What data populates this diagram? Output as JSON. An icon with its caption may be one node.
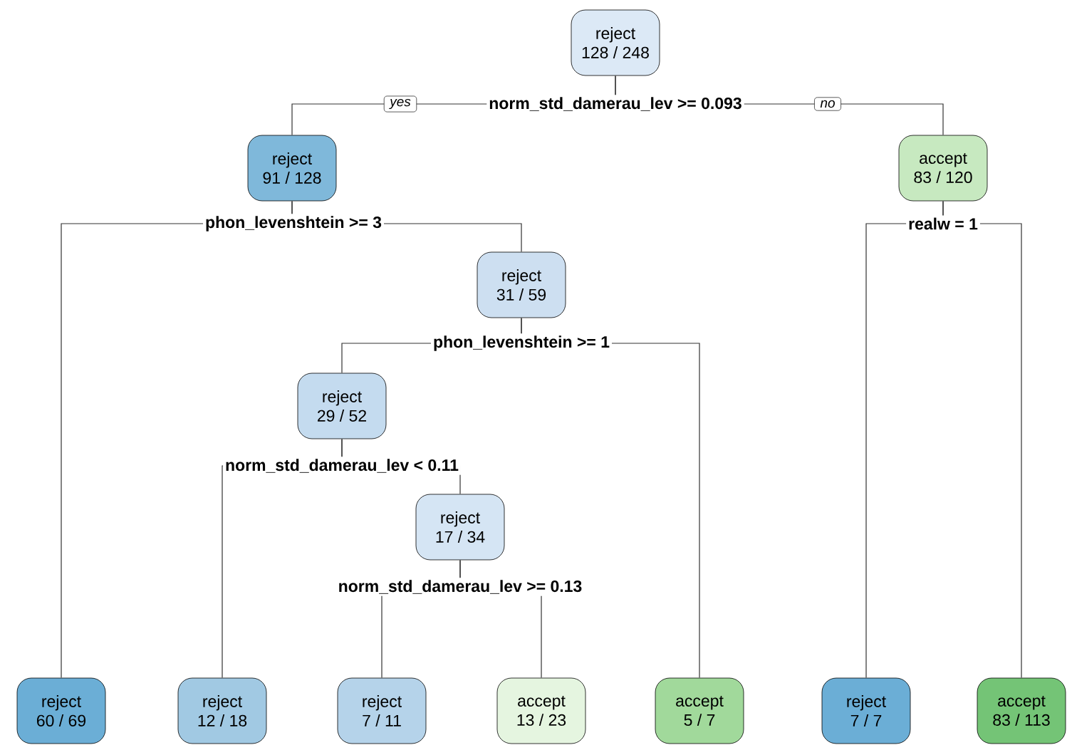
{
  "diagram": {
    "nodes": [
      {
        "text": [
          "reject",
          "128 / 248"
        ],
        "beside": [
          "norm_std_damerau_lev >= 0.093"
        ]
      },
      {
        "text": [
          "reject",
          "91 / 128"
        ],
        "beside": [
          "phon_levenshtein >= 3"
        ]
      },
      {
        "text": [
          "accept",
          "83 / 120"
        ],
        "beside": [
          "realw = 1"
        ]
      },
      {
        "text": [
          "reject",
          "31 / 59"
        ],
        "beside": [
          "phon_levenshtein >= 1"
        ]
      },
      {
        "text": [
          "reject",
          "29 / 52"
        ],
        "beside": [
          "norm_std_damerau_lev < 0.11"
        ]
      },
      {
        "text": [
          "reject",
          "17 / 34"
        ],
        "beside": [
          "norm_std_damerau_lev >= 0.13"
        ]
      },
      {
        "text": [
          "reject",
          "60 / 69"
        ]
      },
      {
        "text": [
          "reject",
          "12 / 18"
        ]
      },
      {
        "text": [
          "reject",
          "7 / 11"
        ]
      },
      {
        "text": [
          "accept",
          "13 / 23"
        ]
      },
      {
        "text": [
          "accept",
          "5 / 7"
        ]
      },
      {
        "text": [
          "reject",
          "7 / 7"
        ]
      },
      {
        "text": [
          "accept",
          "83 / 113"
        ]
      }
    ],
    "edges": [
      {
        "from": 0,
        "to": 1,
        "arrow": "none",
        "label": "yes"
      },
      {
        "from": 0,
        "to": 2,
        "arrow": "none",
        "label": "no"
      },
      {
        "from": 1,
        "to": 6,
        "arrow": "none"
      },
      {
        "from": 1,
        "to": 3,
        "arrow": "none"
      },
      {
        "from": 3,
        "to": 4,
        "arrow": "none"
      },
      {
        "from": 3,
        "to": 10,
        "arrow": "none"
      },
      {
        "from": 4,
        "to": 7,
        "arrow": "none"
      },
      {
        "from": 4,
        "to": 5,
        "arrow": "none"
      },
      {
        "from": 5,
        "to": 8,
        "arrow": "none"
      },
      {
        "from": 5,
        "to": 9,
        "arrow": "none"
      },
      {
        "from": 2,
        "to": 11,
        "arrow": "none"
      },
      {
        "from": 2,
        "to": 12,
        "arrow": "none"
      }
    ]
  }
}
